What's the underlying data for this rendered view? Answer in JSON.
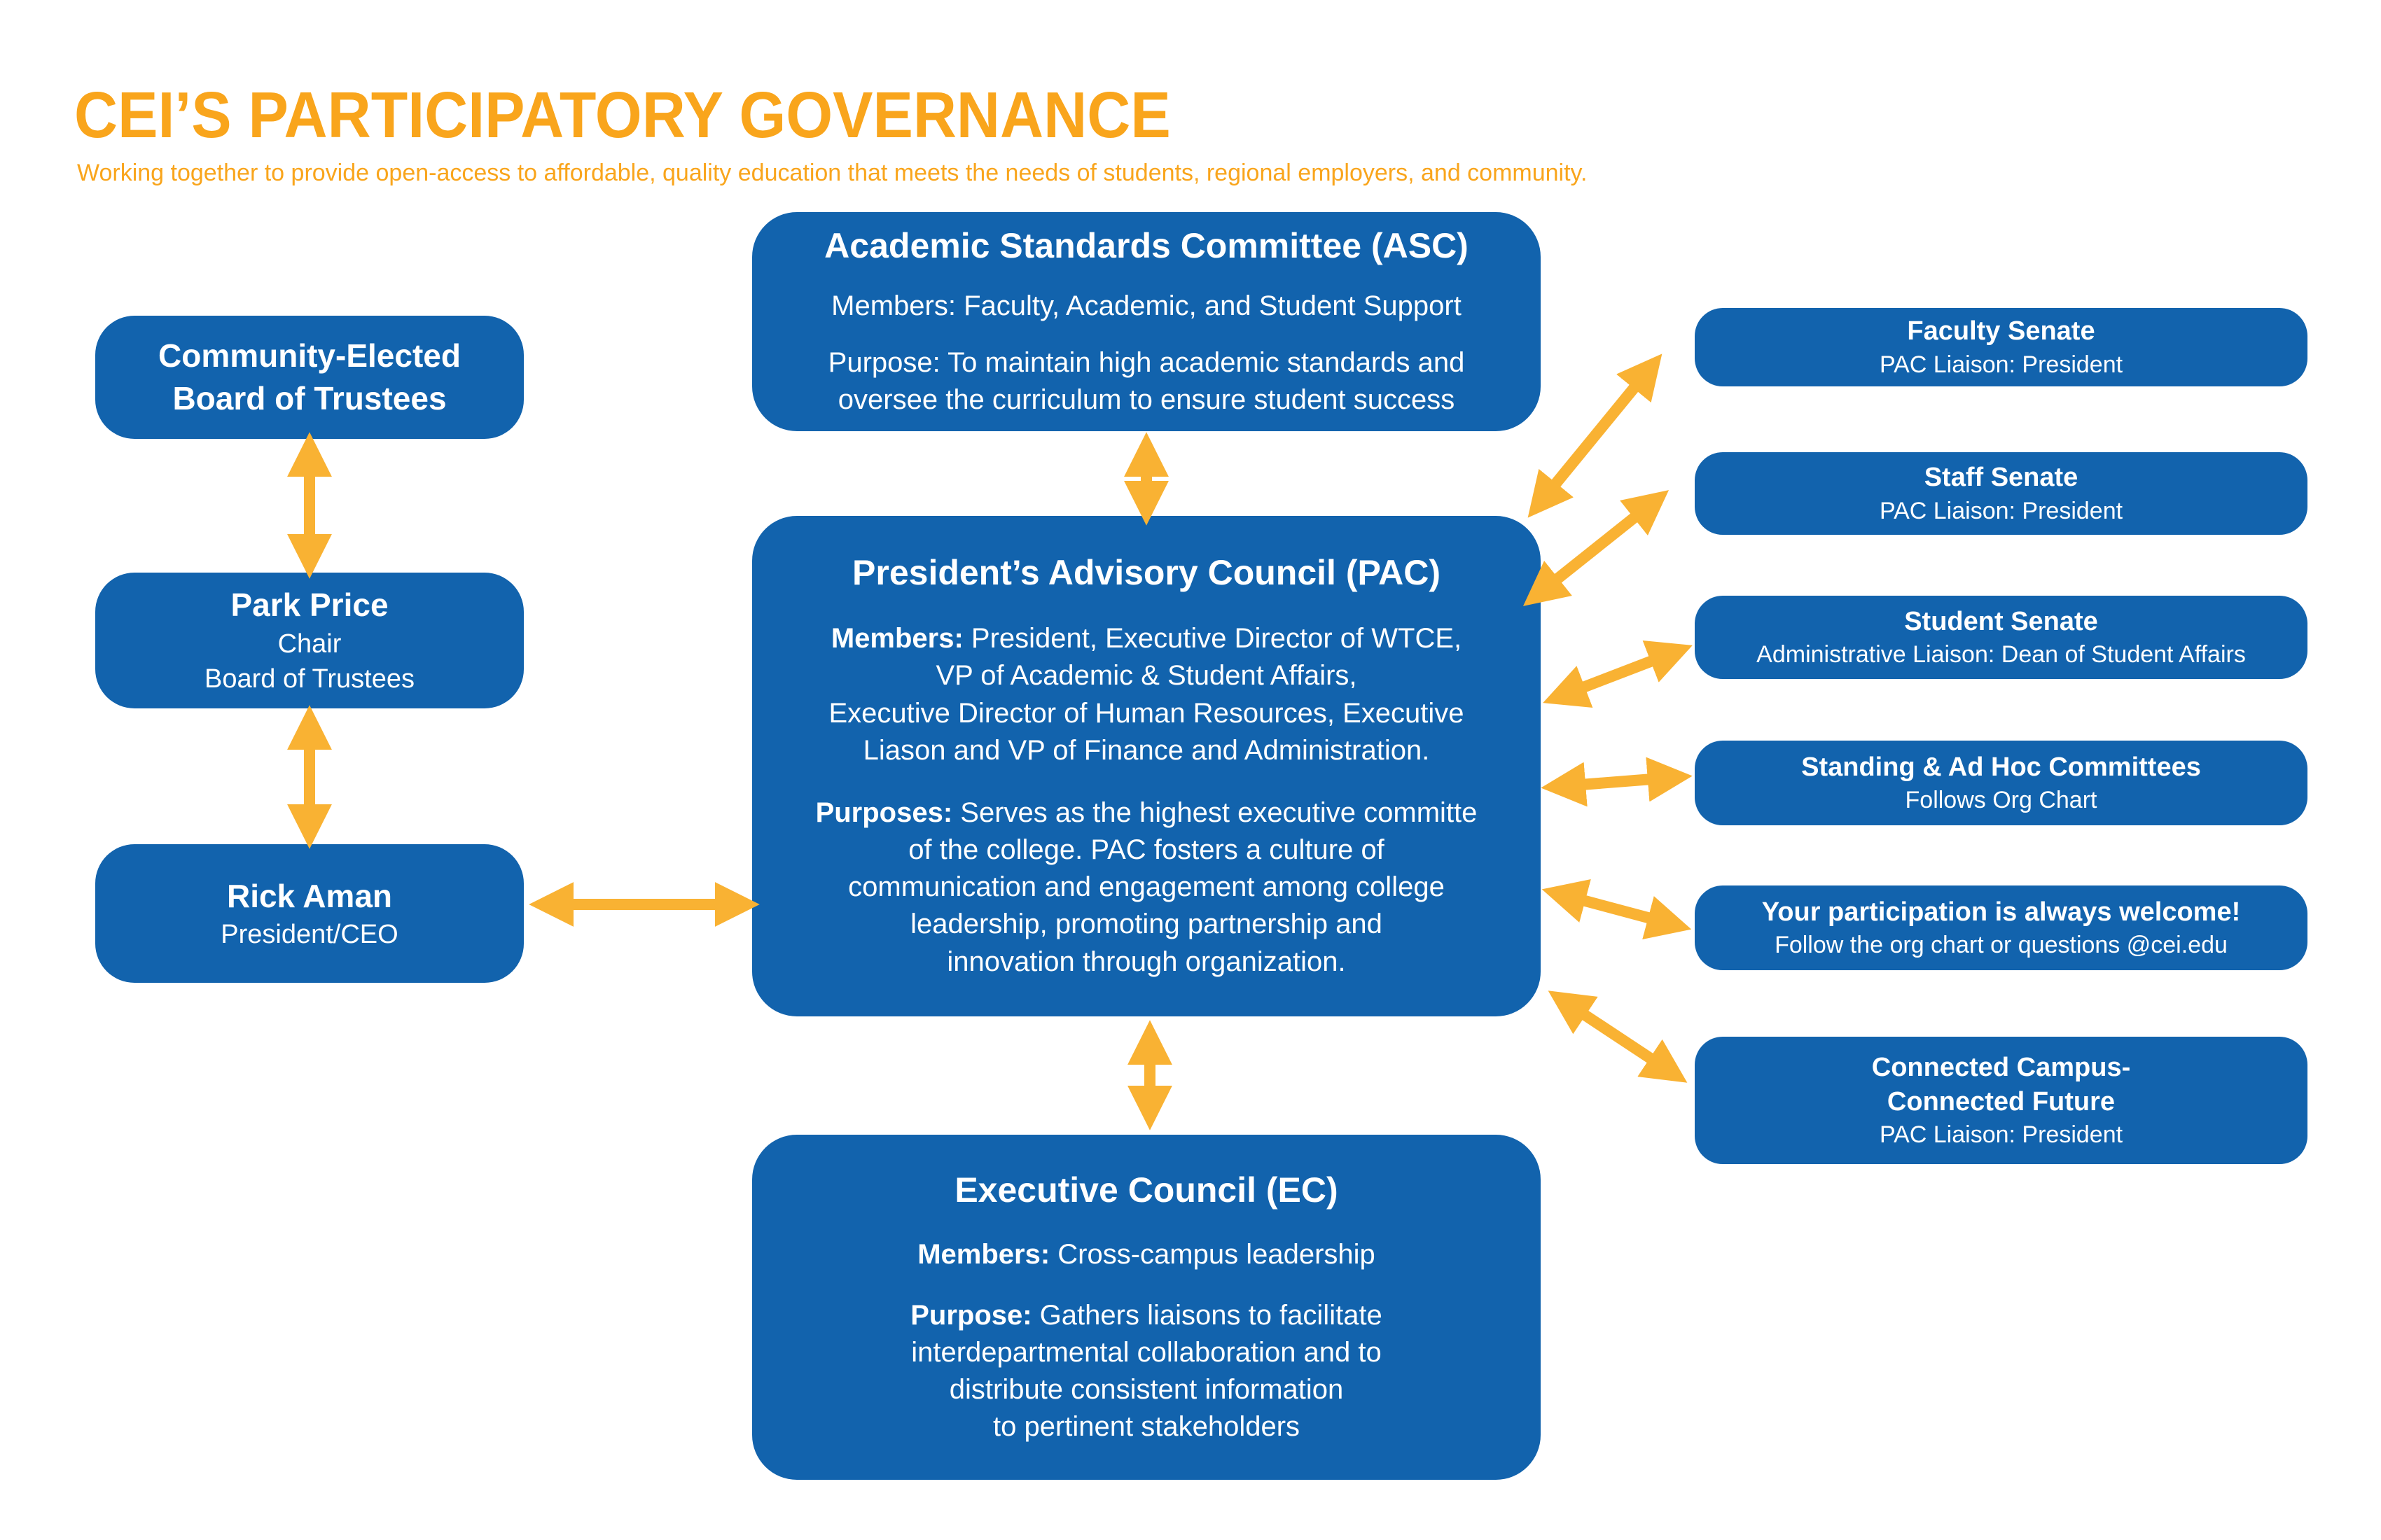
{
  "header": {
    "title": "CEI’S PARTICIPATORY GOVERNANCE",
    "subtitle": "Working together to provide open-access to affordable, quality education that meets the needs of students, regional employers, and community."
  },
  "colors": {
    "box_blue": "#1263AD",
    "arrow_yellow": "#F9B233",
    "title_orange": "#F9A51C"
  },
  "left_column": {
    "board": {
      "line1": "Community-Elected",
      "line2": "Board of Trustees"
    },
    "chair": {
      "name": "Park Price",
      "role1": "Chair",
      "role2": "Board of Trustees"
    },
    "president": {
      "name": "Rick Aman",
      "role1": "President/CEO"
    }
  },
  "center_column": {
    "asc": {
      "title": "Academic Standards Committee (ASC)",
      "members": "Members: Faculty, Academic, and Student Support",
      "purpose_line1": "Purpose: To maintain high academic standards and",
      "purpose_line2": "oversee the curriculum to ensure student success"
    },
    "pac": {
      "title": "President’s Advisory Council (PAC)",
      "members_label": "Members:",
      "members_line1": " President, Executive Director of WTCE,",
      "members_line2": "VP of Academic & Student Affairs,",
      "members_line3": "Executive Director of Human Resources, Executive",
      "members_line4": "Liason and VP of Finance and Administration.",
      "purposes_label": "Purposes:",
      "purposes_line1": " Serves as the highest executive committe",
      "purposes_line2": "of the college. PAC fosters a culture of",
      "purposes_line3": "communication and engagement among college",
      "purposes_line4": "leadership, promoting partnership and",
      "purposes_line5": "innovation through organization."
    },
    "ec": {
      "title": "Executive Council (EC)",
      "members_label": "Members:",
      "members_rest": " Cross-campus leadership",
      "purpose_label": "Purpose:",
      "purpose_line1": " Gathers liaisons to facilitate",
      "purpose_line2": "interdepartmental collaboration and to",
      "purpose_line3": "distribute consistent information",
      "purpose_line4": "to pertinent stakeholders"
    }
  },
  "right_column": [
    {
      "title": "Faculty Senate",
      "subtitle": "PAC Liaison: President"
    },
    {
      "title": "Staff Senate",
      "subtitle": "PAC Liaison: President"
    },
    {
      "title": "Student Senate",
      "subtitle": "Administrative Liaison: Dean of Student Affairs"
    },
    {
      "title": "Standing & Ad Hoc Committees",
      "subtitle": "Follows Org Chart"
    },
    {
      "title": "Your participation is always welcome!",
      "subtitle": "Follow the org chart or questions @cei.edu"
    },
    {
      "title": "Connected Campus-",
      "title_line2": "Connected Future",
      "subtitle": "PAC Liaison: President"
    }
  ]
}
